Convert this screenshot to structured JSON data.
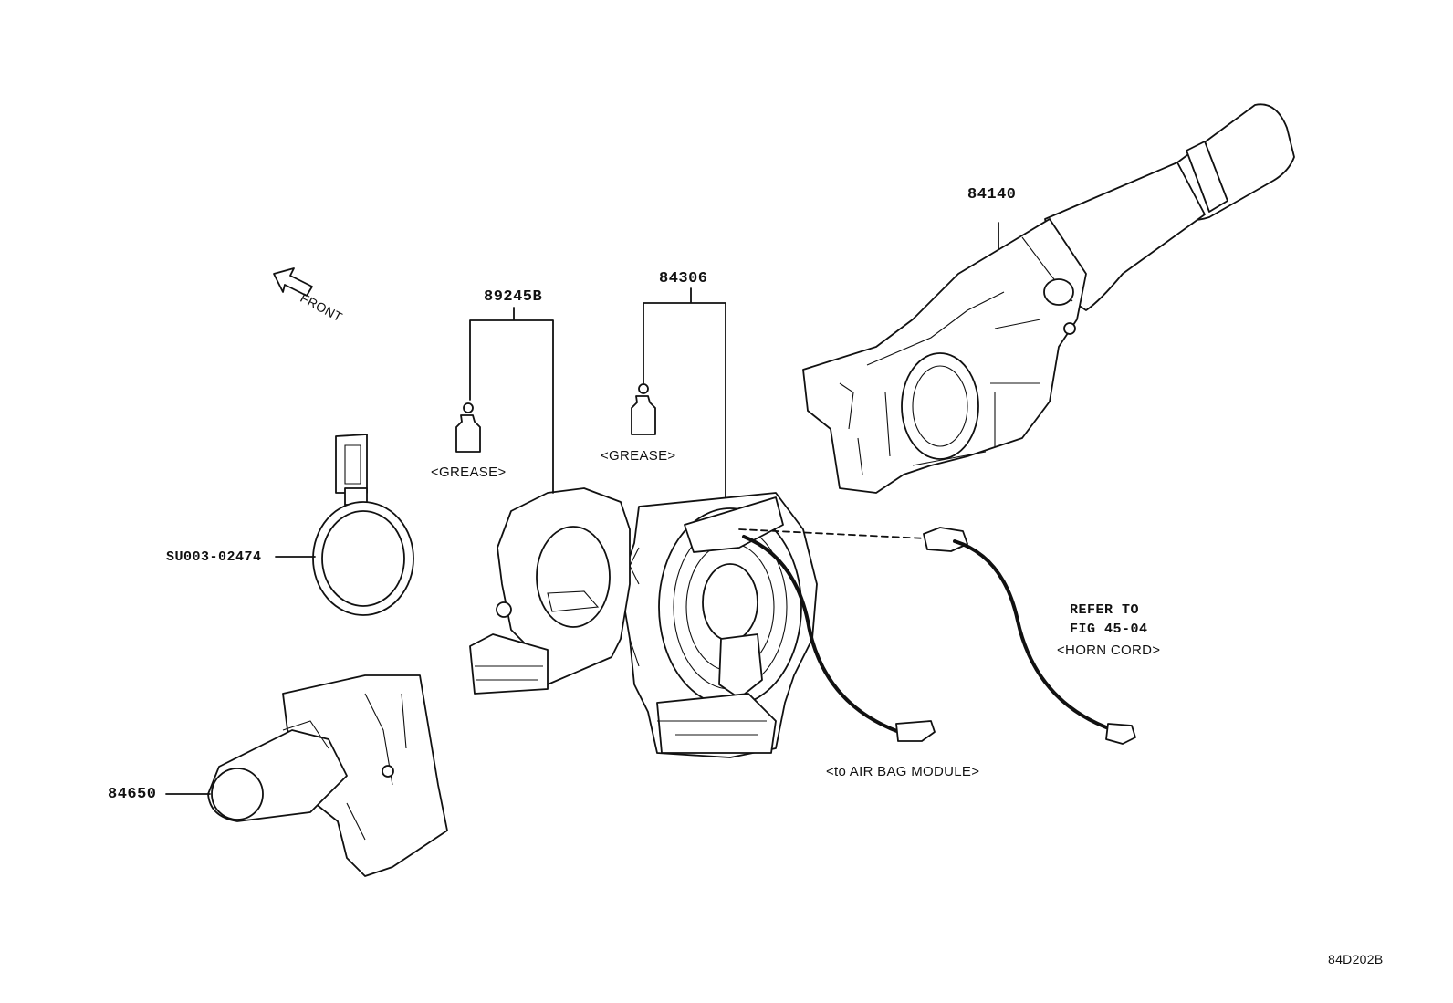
{
  "labels": {
    "part_84140": "84140",
    "part_84306": "84306",
    "part_89245b": "89245B",
    "part_su003": "SU003-02474",
    "part_84650": "84650",
    "front": "FRONT",
    "grease_left": "<GREASE>",
    "grease_right": "<GREASE>",
    "refer_to": "REFER TO",
    "fig": "FIG 45-04",
    "horn_cord": "<HORN CORD>",
    "air_bag": "<to AIR BAG MODULE>",
    "figure_id": "84D202B"
  },
  "icons": [
    "front-arrow-icon",
    "grease-bottle-icon"
  ]
}
